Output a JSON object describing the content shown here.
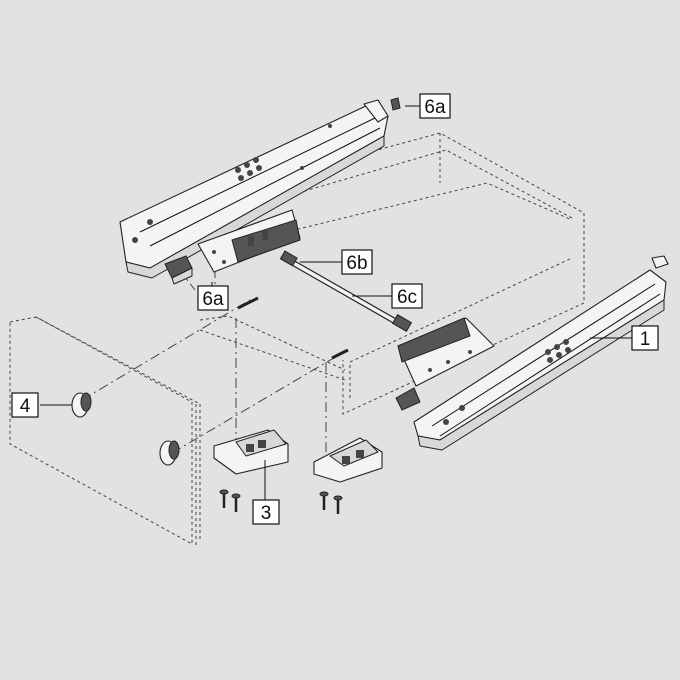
{
  "diagram": {
    "callouts": {
      "c1": "1",
      "c3": "3",
      "c4": "4",
      "c6a_top": "6a",
      "c6a_left": "6a",
      "c6b": "6b",
      "c6c": "6c"
    }
  }
}
